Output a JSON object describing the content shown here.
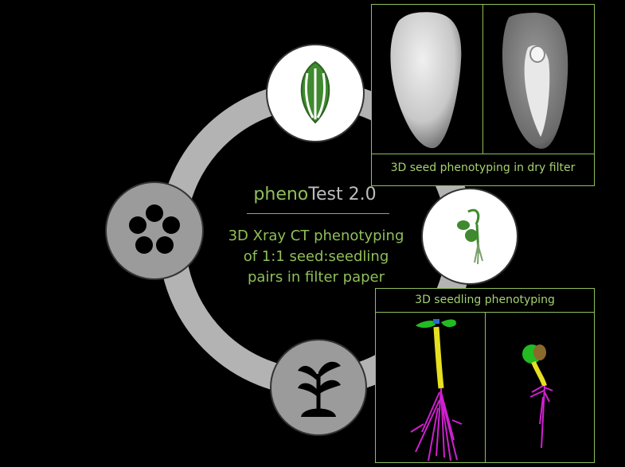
{
  "title": {
    "prefix": "pheno",
    "suffix": "Test 2.0"
  },
  "description": {
    "line1": "3D Xray CT phenotyping",
    "line2": "of 1:1 seed:seedling",
    "line3": "pairs in filter paper"
  },
  "panels": {
    "seed_caption": "3D seed phenotyping in dry filter",
    "seedling_caption": "3D seedling phenotyping"
  },
  "cycle_stages": [
    "seed-icon",
    "seedling-icon",
    "plant-icon",
    "flower-icon"
  ],
  "colors": {
    "accent": "#8fbf5a",
    "ring": "#b3b3b3",
    "node_dark": "#9b9b9b",
    "node_light": "#ffffff",
    "root": "#d020d0",
    "hypocotyl": "#e6e020",
    "cotyledon": "#22bb22"
  }
}
